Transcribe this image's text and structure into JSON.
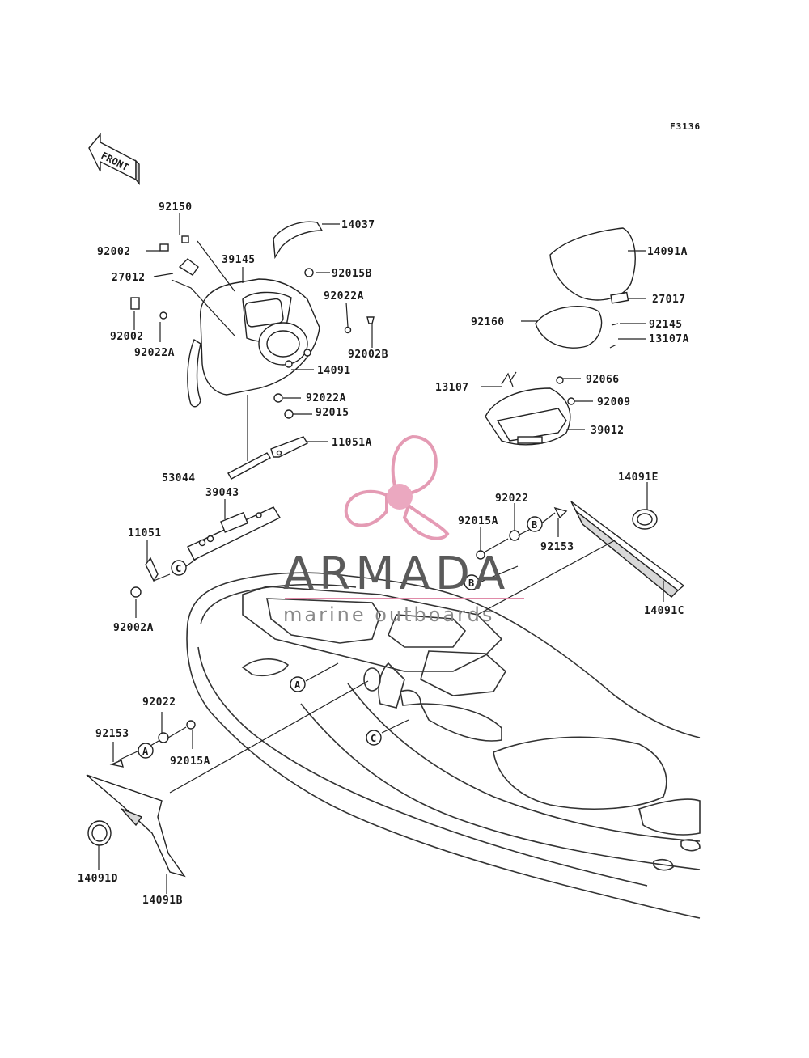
{
  "figure_code": "F3136",
  "front_label": "FRONT",
  "watermark": {
    "brand": "ARMADA",
    "tagline": "marine outboards",
    "logo_color": "#e08aa8",
    "logo_center_color": "#e89ab6",
    "logo_icon": "propeller-icon"
  },
  "reference_letters": [
    "A",
    "B",
    "C"
  ],
  "part_labels": {
    "p92150": "92150",
    "p14037": "14037",
    "p92002_top": "92002",
    "p39145": "39145",
    "p92015B": "92015B",
    "p27012": "27012",
    "p92022A_r": "92022A",
    "p92002_l": "92002",
    "p92002B": "92002B",
    "p92022A_l": "92022A",
    "p14091": "14091",
    "p92022A_b": "92022A",
    "p92015": "92015",
    "p11051A": "11051A",
    "p53044": "53044",
    "p39043": "39043",
    "p11051": "11051",
    "p92002A": "92002A",
    "p14091A": "14091A",
    "p27017": "27017",
    "p92160": "92160",
    "p92145": "92145",
    "p13107A": "13107A",
    "p13107": "13107",
    "p92066": "92066",
    "p92009": "92009",
    "p39012": "39012",
    "p14091E": "14091E",
    "p92022_r": "92022",
    "p92015A_r": "92015A",
    "p92153_r": "92153",
    "p14091C": "14091C",
    "p92022_l": "92022",
    "p92153_l": "92153",
    "p92015A_l": "92015A",
    "p14091D": "14091D",
    "p14091B": "14091B"
  }
}
